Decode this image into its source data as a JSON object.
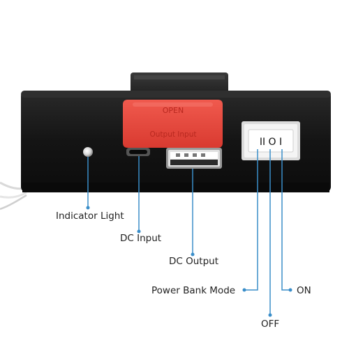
{
  "device": {
    "cover_label_top": "OPEN",
    "cover_label_bottom": "Output Input",
    "switch_symbols": "II O I",
    "body_color": "#1a1a1a",
    "cover_color": "#e8473d",
    "callout_line_color": "#3a8ec9"
  },
  "callouts": {
    "indicator_light": "Indicator Light",
    "dc_input": "DC Input",
    "dc_output": "DC Output",
    "power_bank_mode": "Power Bank Mode",
    "off": "OFF",
    "on": "ON"
  }
}
